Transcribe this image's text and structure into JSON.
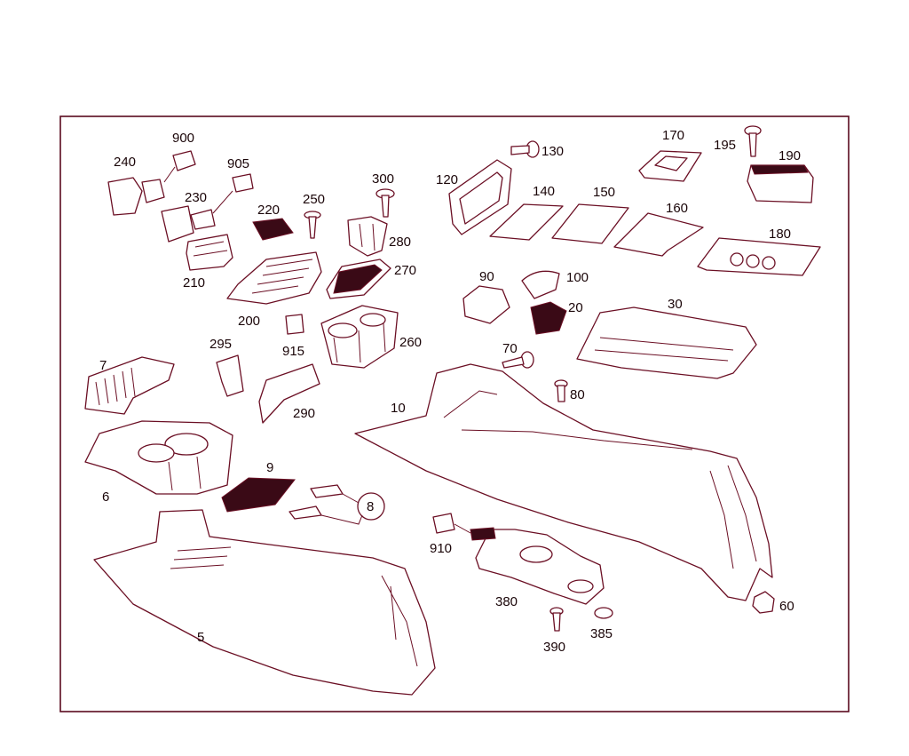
{
  "diagram": {
    "labels": {
      "l900": "900",
      "l240": "240",
      "l905": "905",
      "l230": "230",
      "l220": "220",
      "l250": "250",
      "l300": "300",
      "l280": "280",
      "l270": "270",
      "l210": "210",
      "l200": "200",
      "l915": "915",
      "l260": "260",
      "l295": "295",
      "l290": "290",
      "l7": "7",
      "l6": "6",
      "l9": "9",
      "l8": "8",
      "l5": "5",
      "l120": "120",
      "l130": "130",
      "l140": "140",
      "l150": "150",
      "l160": "160",
      "l170": "170",
      "l195": "195",
      "l190": "190",
      "l180": "180",
      "l90": "90",
      "l100": "100",
      "l20": "20",
      "l30": "30",
      "l70": "70",
      "l80": "80",
      "l10": "10",
      "l910": "910",
      "l380": "380",
      "l390": "390",
      "l385": "385",
      "l60": "60"
    }
  }
}
